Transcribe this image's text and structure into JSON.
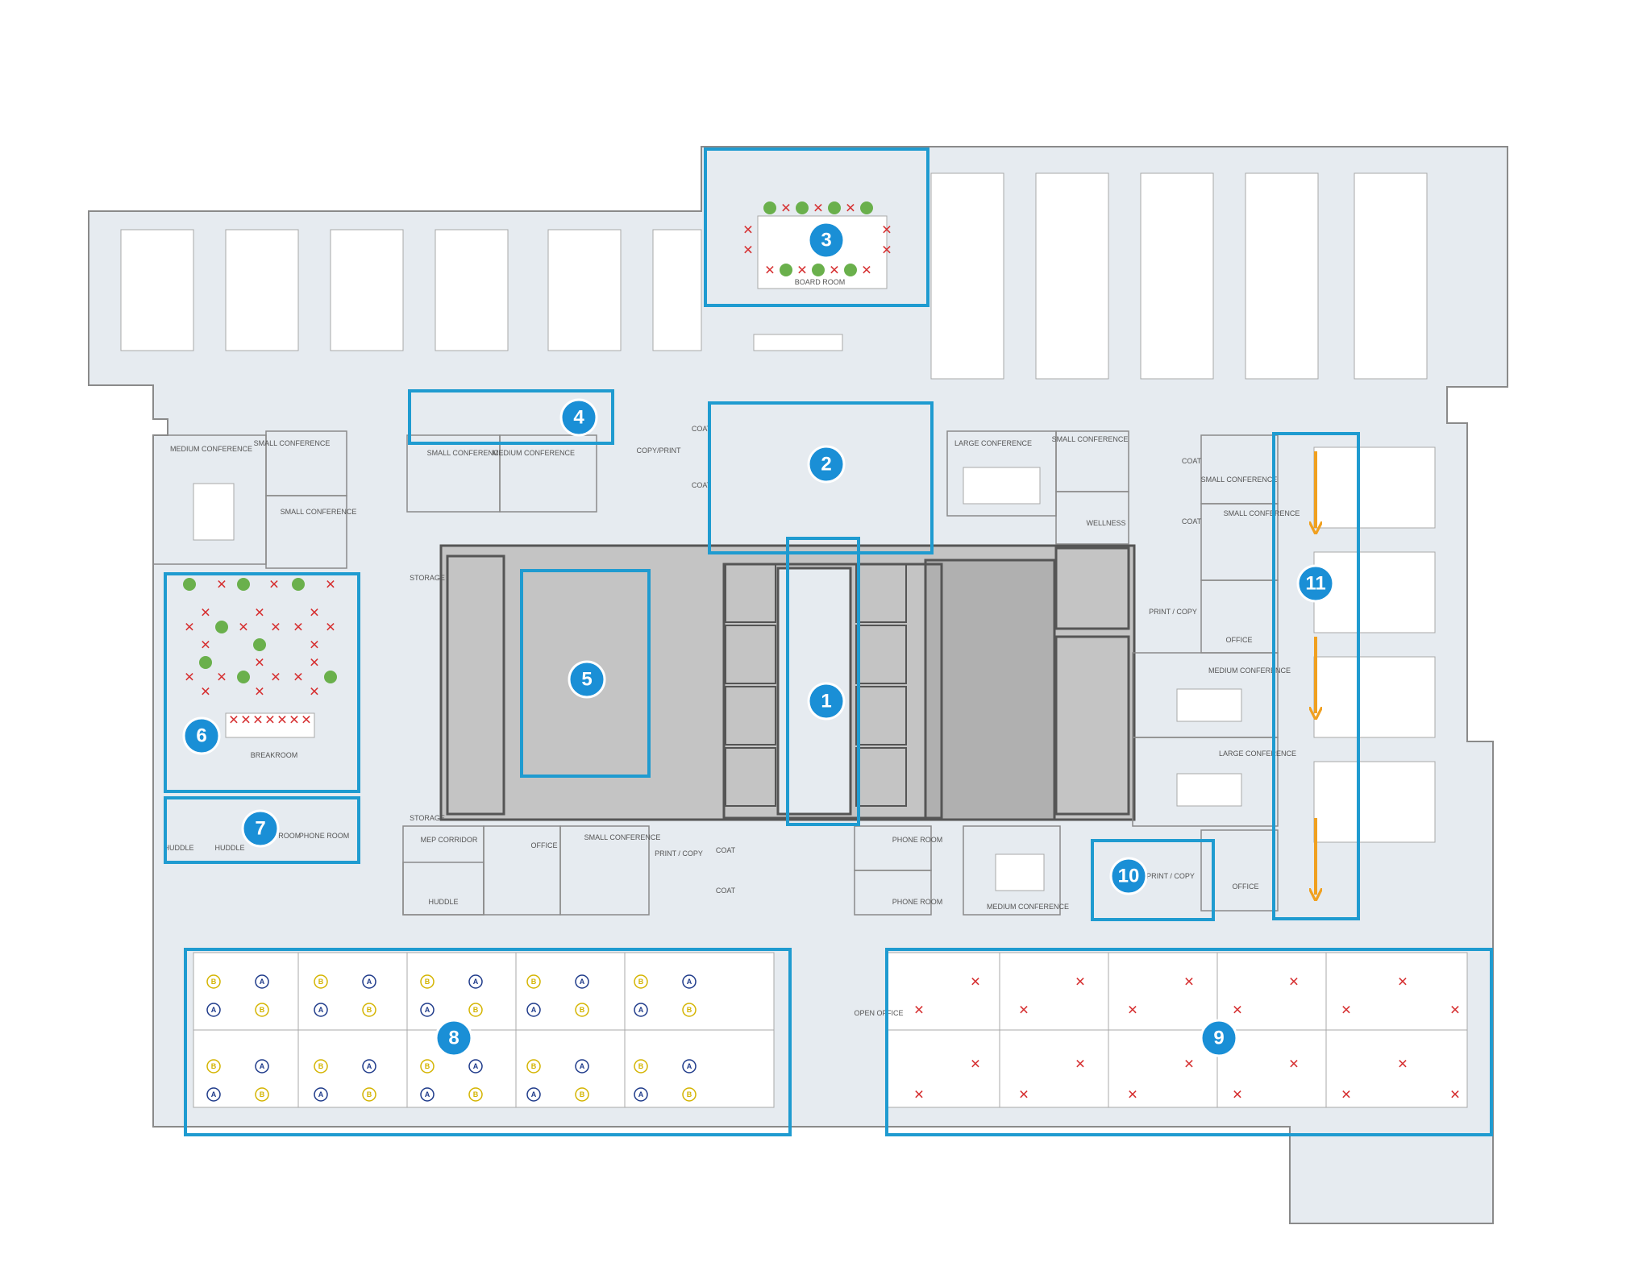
{
  "colors": {
    "floor": "#e6ebf0",
    "wall": "#555555",
    "core": "#c4c4c4",
    "zone": "#1f9bd0",
    "badge": "#1a8fd6",
    "available": "#6ab04c",
    "blocked": "#d63031",
    "arrow": "#f0a020",
    "seatA": "#1e3a8a",
    "seatB": "#d4b400"
  },
  "room_labels": [
    {
      "text": "BOARD ROOM"
    },
    {
      "text": "MEDIUM CONFERENCE"
    },
    {
      "text": "SMALL CONFERENCE"
    },
    {
      "text": "SMALL CONFERENCE"
    },
    {
      "text": "SMALL CONFERENCE"
    },
    {
      "text": "MEDIUM CONFERENCE"
    },
    {
      "text": "COPY/PRINT"
    },
    {
      "text": "COAT"
    },
    {
      "text": "COAT"
    },
    {
      "text": "LARGE CONFERENCE"
    },
    {
      "text": "SMALL CONFERENCE"
    },
    {
      "text": "WELLNESS"
    },
    {
      "text": "COAT"
    },
    {
      "text": "COAT"
    },
    {
      "text": "SMALL CONFERENCE"
    },
    {
      "text": "SMALL CONFERENCE"
    },
    {
      "text": "PRINT / COPY"
    },
    {
      "text": "OFFICE"
    },
    {
      "text": "MEDIUM CONFERENCE"
    },
    {
      "text": "LARGE CONFERENCE"
    },
    {
      "text": "STORAGE"
    },
    {
      "text": "STORAGE"
    },
    {
      "text": "BREAKROOM"
    },
    {
      "text": "HUDDLE"
    },
    {
      "text": "HUDDLE"
    },
    {
      "text": "PHONE ROOM"
    },
    {
      "text": "PHONE ROOM"
    },
    {
      "text": "MEP CORRIDOR"
    },
    {
      "text": "OFFICE"
    },
    {
      "text": "SMALL CONFERENCE"
    },
    {
      "text": "PRINT / COPY"
    },
    {
      "text": "COAT"
    },
    {
      "text": "COAT"
    },
    {
      "text": "HUDDLE"
    },
    {
      "text": "PHONE ROOM"
    },
    {
      "text": "PHONE ROOM"
    },
    {
      "text": "MEDIUM CONFERENCE"
    },
    {
      "text": "PRINT / COPY"
    },
    {
      "text": "OFFICE"
    },
    {
      "text": "OPEN OFFICE"
    }
  ],
  "zones": [
    {
      "number": "1"
    },
    {
      "number": "2"
    },
    {
      "number": "3"
    },
    {
      "number": "4"
    },
    {
      "number": "5"
    },
    {
      "number": "6"
    },
    {
      "number": "7"
    },
    {
      "number": "8"
    },
    {
      "number": "9"
    },
    {
      "number": "10"
    },
    {
      "number": "11"
    }
  ],
  "seat_letters": {
    "a": "A",
    "b": "B"
  },
  "marks": {
    "blocked": "✕"
  }
}
